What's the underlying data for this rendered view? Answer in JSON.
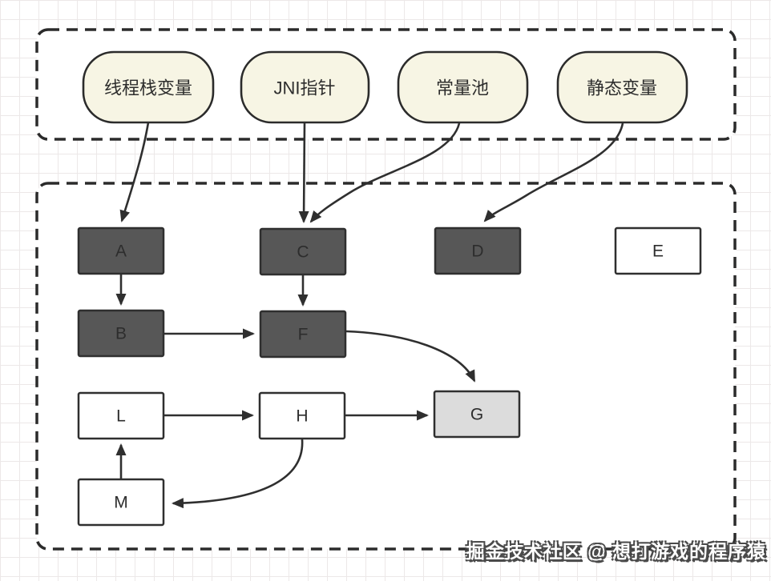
{
  "gc_roots": {
    "items": [
      {
        "label": "线程栈变量"
      },
      {
        "label": "JNI指针"
      },
      {
        "label": "常量池"
      },
      {
        "label": "静态变量"
      }
    ]
  },
  "heap": {
    "nodes": [
      {
        "label": "A",
        "style": "dark"
      },
      {
        "label": "C",
        "style": "dark"
      },
      {
        "label": "D",
        "style": "dark"
      },
      {
        "label": "E",
        "style": "light"
      },
      {
        "label": "B",
        "style": "dark"
      },
      {
        "label": "F",
        "style": "dark"
      },
      {
        "label": "L",
        "style": "light"
      },
      {
        "label": "H",
        "style": "light"
      },
      {
        "label": "G",
        "style": "gray"
      },
      {
        "label": "M",
        "style": "light"
      }
    ]
  },
  "edges": [
    {
      "from": "线程栈变量",
      "to": "A"
    },
    {
      "from": "JNI指针",
      "to": "C"
    },
    {
      "from": "常量池",
      "to": "C"
    },
    {
      "from": "静态变量",
      "to": "D"
    },
    {
      "from": "A",
      "to": "B"
    },
    {
      "from": "C",
      "to": "F"
    },
    {
      "from": "B",
      "to": "F"
    },
    {
      "from": "F",
      "to": "G"
    },
    {
      "from": "L",
      "to": "H"
    },
    {
      "from": "H",
      "to": "G"
    },
    {
      "from": "H",
      "to": "M"
    },
    {
      "from": "M",
      "to": "L"
    }
  ],
  "watermark": {
    "text": "掘金技术社区 @ 想打游戏的程序猿"
  },
  "colors": {
    "pill_fill": "#f7f5e4",
    "dark_fill": "#575757",
    "light_fill": "#ffffff",
    "gray_fill": "#dcdcdc",
    "line": "#2f2f2f",
    "grid": "#ece8e8"
  }
}
